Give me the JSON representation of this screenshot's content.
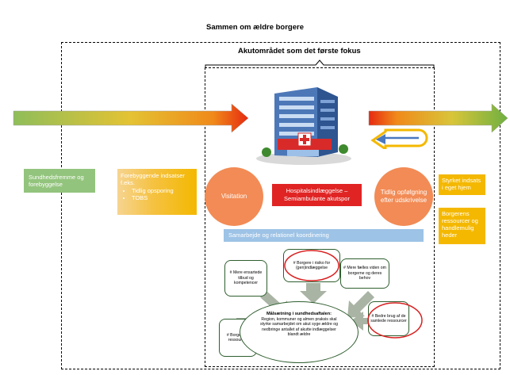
{
  "title": "Sammen om ældre borgere",
  "acute_title": "Akutområdet som det første fokus",
  "left_green": "Sundhedsfremme og forebyggelse",
  "left_yellow": {
    "heading": "Forebyggende indsatser f.eks.",
    "items": [
      "Tidlig opsporing",
      "TOBS"
    ]
  },
  "circle_left": "Visitation",
  "circle_right": "Tidlig opfølgning efter udskrivelse",
  "hospital_box": "Hospitalsindlæggelse – Semiambulante akutspor",
  "right_yellow_1": "Styrket indsats i eget hjem",
  "right_yellow_2": "Borgerens ressourcer og handlemulig heder",
  "collab_bar": "Samarbejde og relationel koordinering",
  "nodes": {
    "n1": "# Mere ensartede tilbud og kompetencer",
    "n2": "# Borgere i risiko for (gen)indlæggelse",
    "n3": "# Mere fælles viden om borgerne og deres behov",
    "n4": "# Borgerens ressourcer",
    "n5": "# Bedre brug af de samlede ressourcer"
  },
  "goal": {
    "heading": "Målsætning i sundhedsaftalen:",
    "text": "Region, kommuner og almen praksis skal styrke samarbejdet om akut syge ældre og nedbringe antallet af akutte indlæggelser blandt ældre"
  },
  "colors": {
    "green": "#93c47d",
    "yellow": "#f4b800",
    "orange_circle": "#f28b55",
    "red_box": "#e02424",
    "blue_bar": "#9dc3e6",
    "arrow_gray": "#a9b4a4",
    "highlight_red": "#d92020"
  },
  "icons": [
    "hospital-building-icon",
    "return-arrow-icon"
  ]
}
